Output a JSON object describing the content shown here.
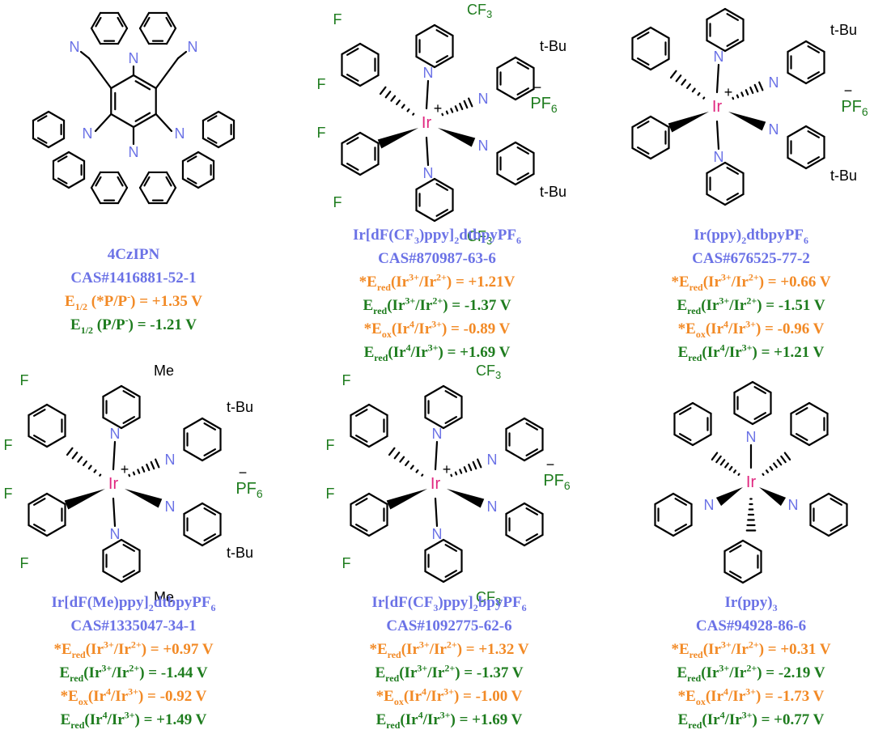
{
  "colors": {
    "name": "#6b72e6",
    "orange": "#f28a26",
    "green": "#1e7c1e",
    "atom_n": "#6b72e6",
    "atom_f": "#1e7c1e",
    "iridium": "#e0267f",
    "bond": "#000000"
  },
  "atom_labels": {
    "n": "N",
    "f": "F",
    "ir": "Ir",
    "plus": "+",
    "cf3": "CF",
    "three": "3",
    "tbu": "t-Bu",
    "me": "Me",
    "pf": "PF",
    "six": "6",
    "minus": "−"
  },
  "compounds": [
    {
      "id": "4czipn",
      "name": "4CzIPN",
      "cas": "CAS#1416881-52-1",
      "lines": [
        {
          "color": "orange",
          "pre": "E",
          "sub": "1/2",
          "mid": " (*P/P",
          "sup": "-",
          "tail": ") = +1.35 V"
        },
        {
          "color": "green",
          "pre": "E",
          "sub": "1/2",
          "mid": " (P/P",
          "sup": "-",
          "tail": ") = -1.21 V"
        }
      ]
    },
    {
      "id": "irdfcf3ppy2dtbpy",
      "name_parts": [
        "Ir[dF(CF",
        "3",
        ")ppy]",
        "2",
        "dtbpyPF",
        "6"
      ],
      "cas": "CAS#870987-63-6",
      "lines": [
        {
          "color": "orange",
          "text": [
            "*E",
            "red",
            "(Ir",
            "3+",
            "/Ir",
            "2+",
            ") = +1.21V"
          ]
        },
        {
          "color": "green",
          "text": [
            "E",
            "red",
            "(Ir",
            "3+",
            "/Ir",
            "2+",
            ") = -1.37 V"
          ]
        },
        {
          "color": "orange",
          "text": [
            "*E",
            "ox",
            "(Ir",
            "4",
            "/Ir",
            "3+",
            ") = -0.89 V"
          ]
        },
        {
          "color": "green",
          "text": [
            "E",
            "red",
            "(Ir",
            "4",
            "/Ir",
            "3+",
            ") = +1.69 V"
          ]
        }
      ]
    },
    {
      "id": "irppy2dtbpy",
      "name_parts": [
        "Ir(ppy)",
        "2",
        "dtbpyPF",
        "6"
      ],
      "cas": "CAS#676525-77-2",
      "lines": [
        {
          "color": "orange",
          "text": [
            "*E",
            "red",
            "(Ir",
            "3+",
            "/Ir",
            "2+",
            ") = +0.66 V"
          ]
        },
        {
          "color": "green",
          "text": [
            "E",
            "red",
            "(Ir",
            "3+",
            "/Ir",
            "2+",
            ") = -1.51 V"
          ]
        },
        {
          "color": "orange",
          "text": [
            "*E",
            "ox",
            "(Ir",
            "4",
            "/Ir",
            "3+",
            ") = -0.96 V"
          ]
        },
        {
          "color": "green",
          "text": [
            "E",
            "red",
            "(Ir",
            "4",
            "/Ir",
            "3+",
            ") = +1.21 V"
          ]
        }
      ]
    },
    {
      "id": "irdfmeppy2dtbpy",
      "name_parts": [
        "Ir[dF(Me)ppy]",
        "2",
        "dtbpyPF",
        "6"
      ],
      "cas": "CAS#1335047-34-1",
      "lines": [
        {
          "color": "orange",
          "text": [
            "*E",
            "red",
            "(Ir",
            "3+",
            "/Ir",
            "2+",
            ") = +0.97 V"
          ]
        },
        {
          "color": "green",
          "text": [
            "E",
            "red",
            "(Ir",
            "3+",
            "/Ir",
            "2+",
            ") = -1.44 V"
          ]
        },
        {
          "color": "orange",
          "text": [
            "*E",
            "ox",
            "(Ir",
            "4",
            "/Ir",
            "3+",
            ") = -0.92 V"
          ]
        },
        {
          "color": "green",
          "text": [
            "E",
            "red",
            "(Ir",
            "4",
            "/Ir",
            "3+",
            ") = +1.49 V"
          ]
        }
      ]
    },
    {
      "id": "irdfcf3ppy2bpy",
      "name_parts": [
        "Ir[dF(CF",
        "3",
        ")ppy]",
        "2",
        "bpyPF",
        "6"
      ],
      "cas": "CAS#1092775-62-6",
      "lines": [
        {
          "color": "orange",
          "text": [
            "*E",
            "red",
            "(Ir",
            "3+",
            "/Ir",
            "2+",
            ") = +1.32 V"
          ]
        },
        {
          "color": "green",
          "text": [
            "E",
            "red",
            "(Ir",
            "3+",
            "/Ir",
            "2+",
            ") = -1.37 V"
          ]
        },
        {
          "color": "orange",
          "text": [
            "*E",
            "ox",
            "(Ir",
            "4",
            "/Ir",
            "3+",
            ") = -1.00 V"
          ]
        },
        {
          "color": "green",
          "text": [
            "E",
            "red",
            "(Ir",
            "4",
            "/Ir",
            "3+",
            ") = +1.69 V"
          ]
        }
      ]
    },
    {
      "id": "irppy3",
      "name_parts": [
        "Ir(ppy)",
        "3"
      ],
      "cas": "CAS#94928-86-6",
      "lines": [
        {
          "color": "orange",
          "text": [
            "*E",
            "red",
            "(Ir",
            "3+",
            "/Ir",
            "2+",
            ") = +0.31 V"
          ]
        },
        {
          "color": "green",
          "text": [
            "E",
            "red",
            "(Ir",
            "3+",
            "/Ir",
            "2+",
            ") = -2.19 V"
          ]
        },
        {
          "color": "orange",
          "text": [
            "*E",
            "ox",
            "(Ir",
            "4",
            "/Ir",
            "3+",
            ") = -1.73 V"
          ]
        },
        {
          "color": "green",
          "text": [
            "E",
            "red",
            "(Ir",
            "4",
            "/Ir",
            "3+",
            ") = +0.77 V"
          ]
        }
      ]
    }
  ]
}
